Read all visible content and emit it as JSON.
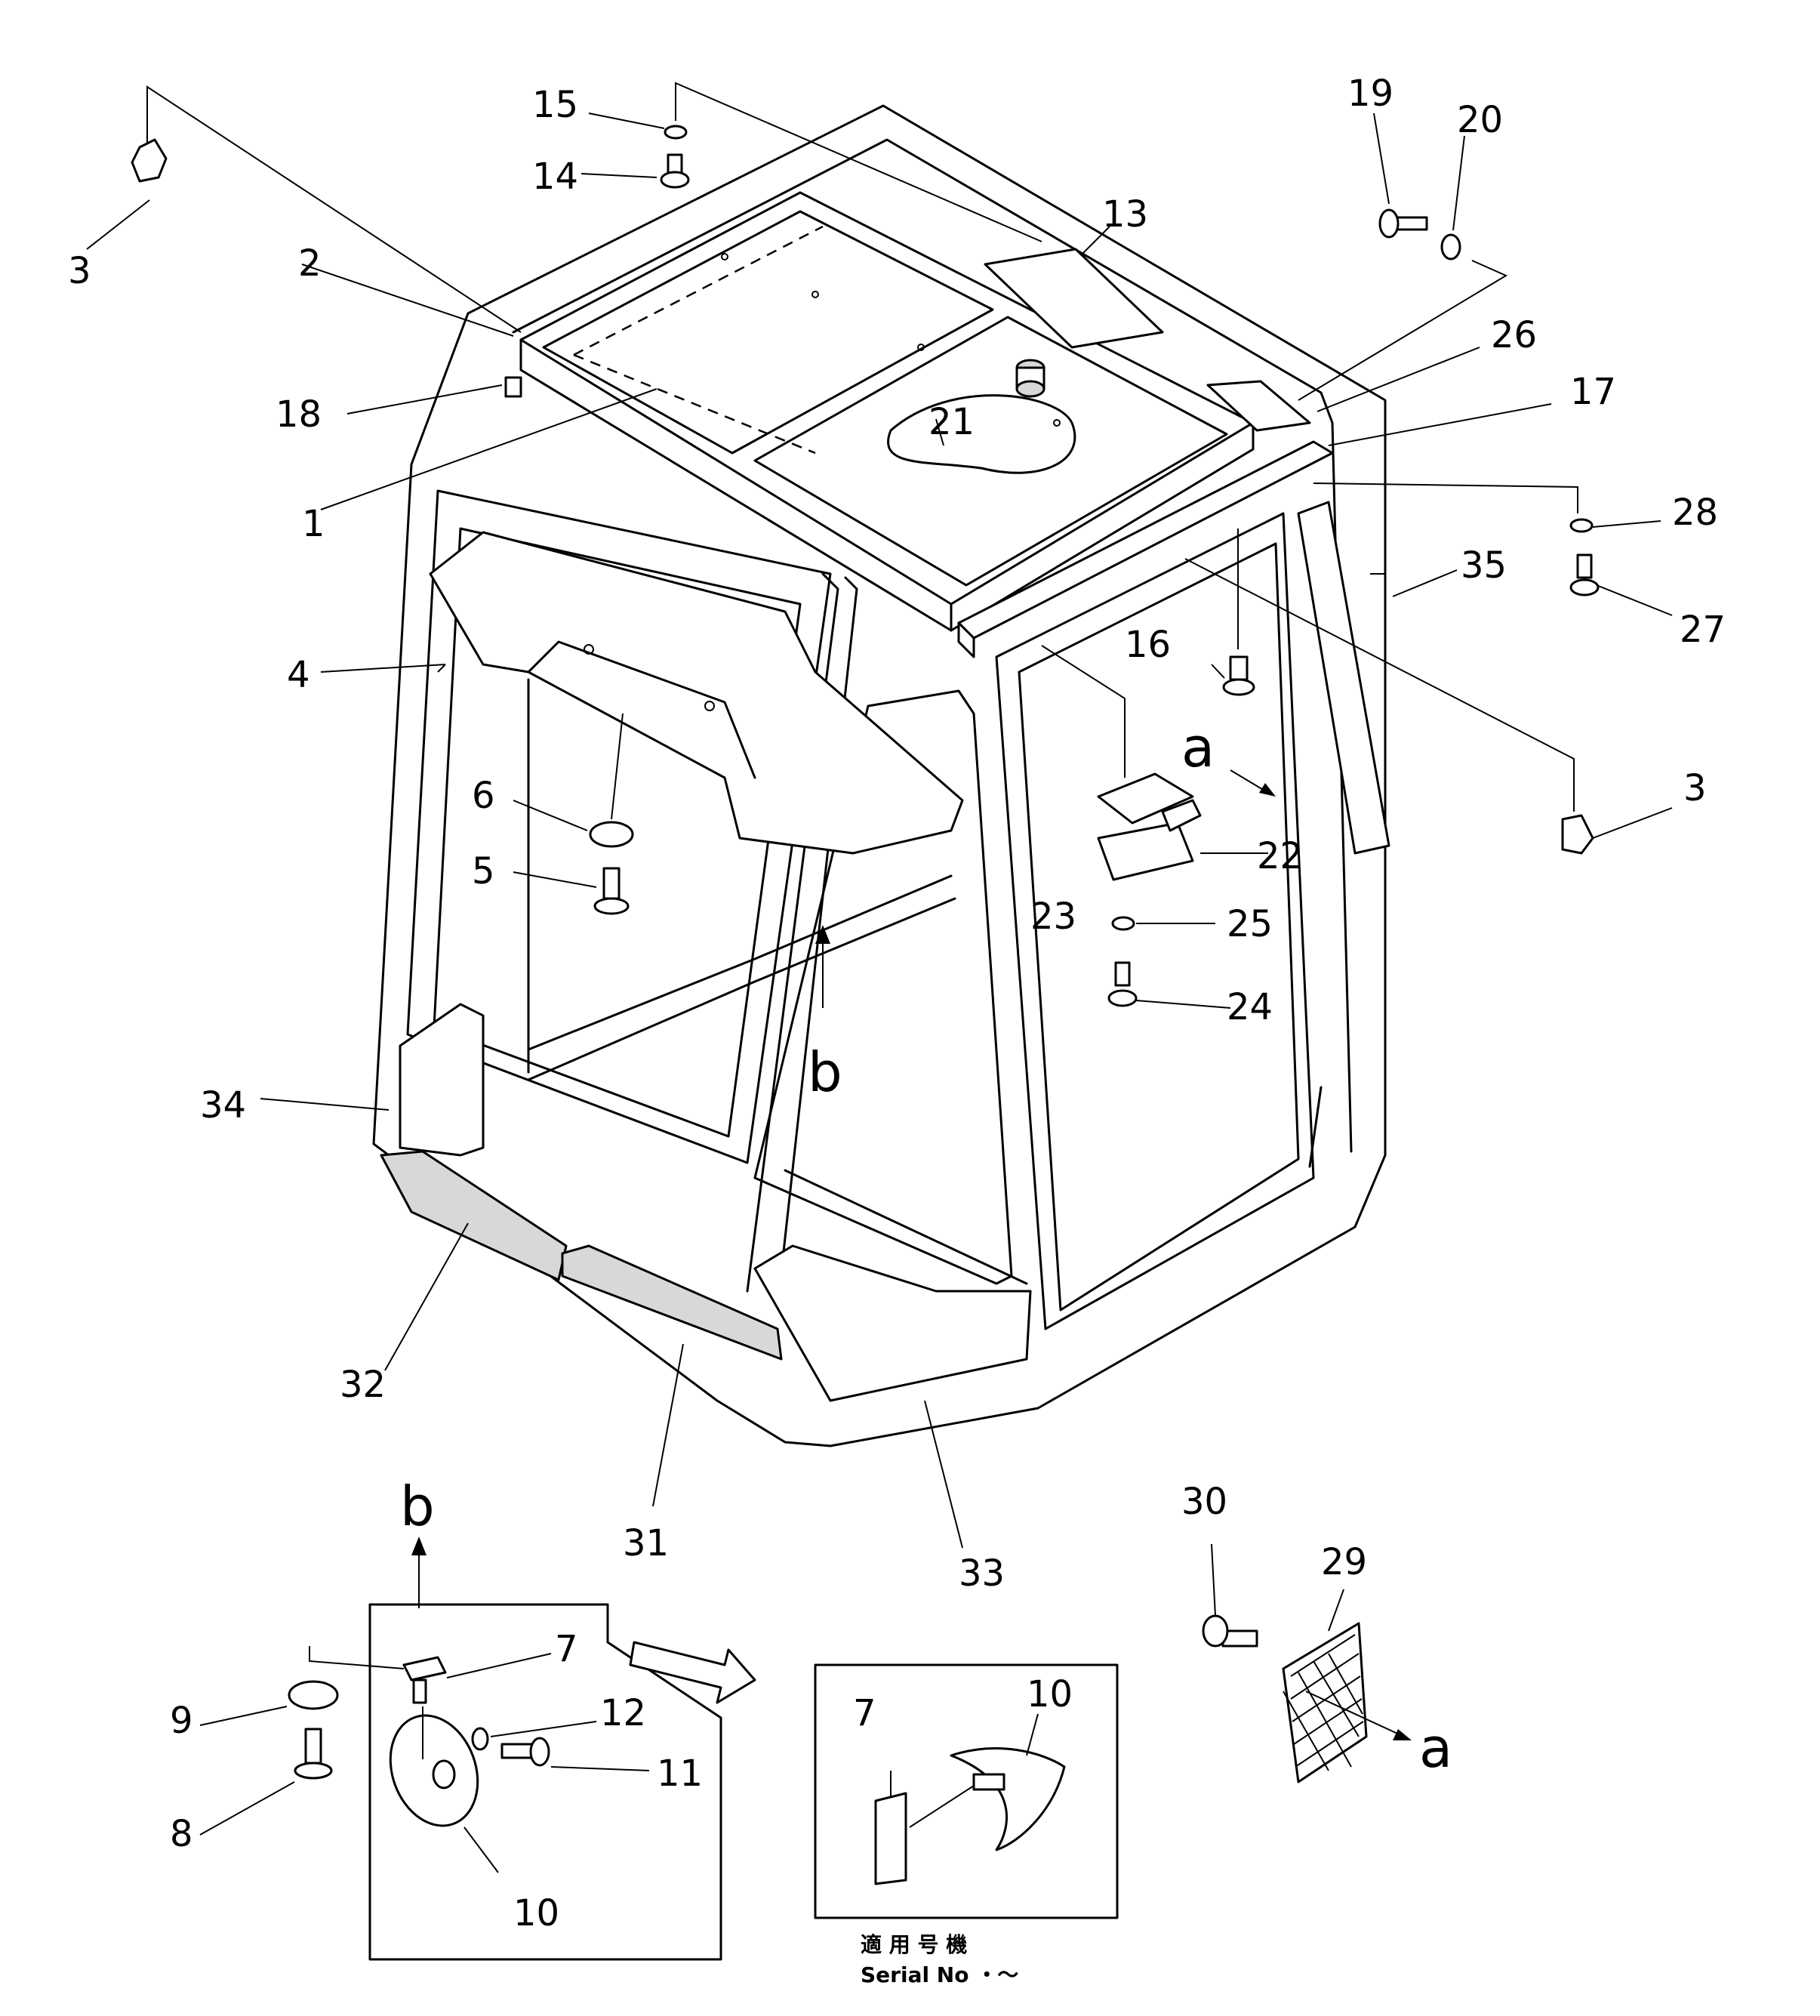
{
  "labels": [
    {
      "id": "1",
      "text": "1"
    },
    {
      "id": "2",
      "text": "2"
    },
    {
      "id": "3a",
      "text": "3"
    },
    {
      "id": "3b",
      "text": "3"
    },
    {
      "id": "4",
      "text": "4"
    },
    {
      "id": "5",
      "text": "5"
    },
    {
      "id": "6",
      "text": "6"
    },
    {
      "id": "7a",
      "text": "7"
    },
    {
      "id": "7b",
      "text": "7"
    },
    {
      "id": "8",
      "text": "8"
    },
    {
      "id": "9",
      "text": "9"
    },
    {
      "id": "10a",
      "text": "10"
    },
    {
      "id": "10b",
      "text": "10"
    },
    {
      "id": "11",
      "text": "11"
    },
    {
      "id": "12",
      "text": "12"
    },
    {
      "id": "13",
      "text": "13"
    },
    {
      "id": "14",
      "text": "14"
    },
    {
      "id": "15",
      "text": "15"
    },
    {
      "id": "16",
      "text": "16"
    },
    {
      "id": "17",
      "text": "17"
    },
    {
      "id": "18",
      "text": "18"
    },
    {
      "id": "19",
      "text": "19"
    },
    {
      "id": "20",
      "text": "20"
    },
    {
      "id": "21",
      "text": "21"
    },
    {
      "id": "22",
      "text": "22"
    },
    {
      "id": "23",
      "text": "23"
    },
    {
      "id": "24",
      "text": "24"
    },
    {
      "id": "25",
      "text": "25"
    },
    {
      "id": "26",
      "text": "26"
    },
    {
      "id": "27",
      "text": "27"
    },
    {
      "id": "28",
      "text": "28"
    },
    {
      "id": "29",
      "text": "29"
    },
    {
      "id": "30",
      "text": "30"
    },
    {
      "id": "31",
      "text": "31"
    },
    {
      "id": "32",
      "text": "32"
    },
    {
      "id": "33",
      "text": "33"
    },
    {
      "id": "34",
      "text": "34"
    },
    {
      "id": "35",
      "text": "35"
    }
  ],
  "view_markers": {
    "a1": "a",
    "a2": "a",
    "b1": "b",
    "b2": "b"
  },
  "applicability": {
    "jp": "適 用 号 機",
    "serial": "Serial No ・～"
  }
}
